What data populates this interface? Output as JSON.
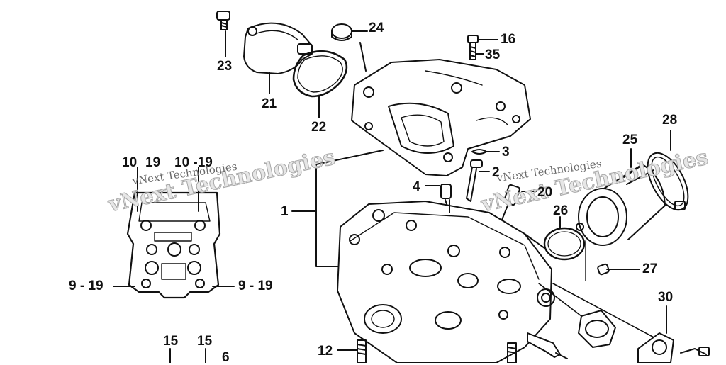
{
  "callouts": {
    "c1": "1",
    "c2": "2",
    "c3": "3",
    "c4": "4",
    "c6": "6",
    "c9_19_left": "9 - 19",
    "c9_19_right": "9 - 19",
    "c10_19": "10 -19",
    "c10": "10",
    "c19": "19",
    "c12": "12",
    "c15a": "15",
    "c15b": "15",
    "c16": "16",
    "c20": "20",
    "c21": "21",
    "c22": "22",
    "c23": "23",
    "c24": "24",
    "c25": "25",
    "c26": "26",
    "c27": "27",
    "c28": "28",
    "c30": "30",
    "c35": "35"
  },
  "watermarks": {
    "big_left": "vNext Technologies",
    "small_left": "vNext Technologies",
    "big_right": "vNext Technologies",
    "small_right": "vNext Technologies"
  }
}
